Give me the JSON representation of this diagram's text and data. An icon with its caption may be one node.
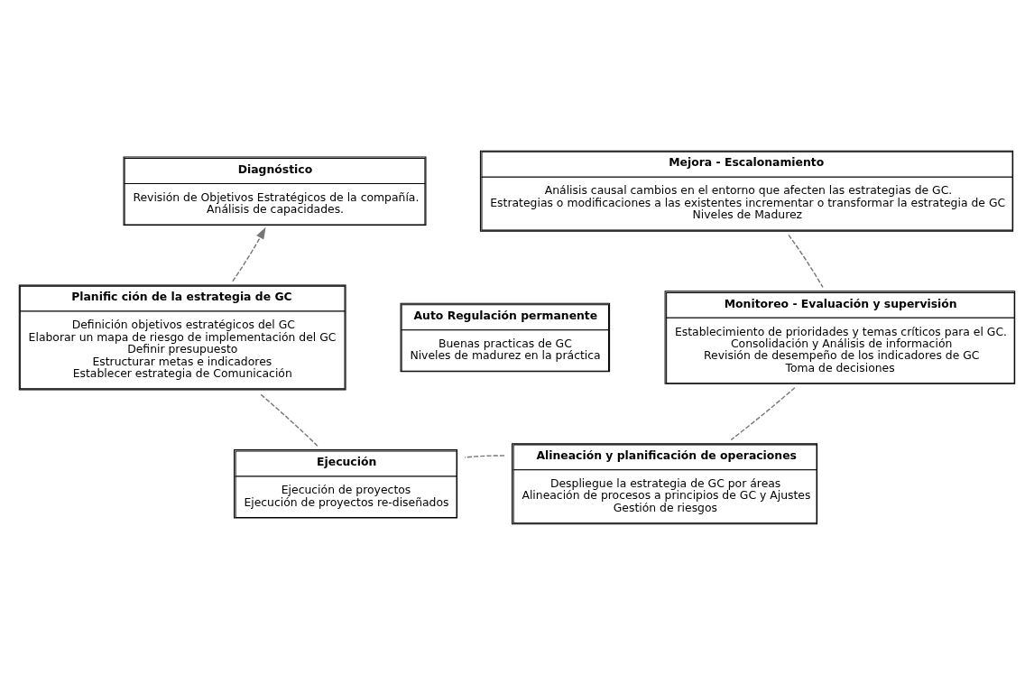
{
  "diagram": {
    "nodes": [
      {
        "text": [
          "Diagnóstico",
          "Revisión de Objetivos Estratégicos de la compañía.",
          "Análisis de capacidades."
        ]
      },
      {
        "text": [
          "Mejora - Escalonamiento",
          "Análisis causal cambios en el entorno que afecten las estrategias de GC.",
          "Estrategias o modificaciones a las existentes incrementar o transformar la estrategia de GC",
          "Niveles de Madurez"
        ]
      },
      {
        "text": [
          "Planific ción de la estrategia de GC",
          "Definición objetivos estratégicos del GC",
          "Elaborar un mapa de riesgo de implementación del GC",
          "Definir presupuesto",
          "Estructurar metas e indicadores",
          "Establecer estrategia de Comunicación"
        ]
      },
      {
        "text": [
          "Auto Regulación permanente",
          "Buenas practicas de GC",
          "Niveles de madurez en la práctica"
        ]
      },
      {
        "text": [
          "Monitoreo - Evaluación y supervisión",
          "Establecimiento de prioridades y temas críticos para el GC.",
          "Consolidación y Análisis de información",
          "Revisión de desempeño de los indicadores de GC",
          "Toma de decisiones"
        ]
      },
      {
        "text": [
          "Ejecución",
          "Ejecución de proyectos",
          "Ejecución de proyectos re-diseñados"
        ]
      },
      {
        "text": [
          "Alineación y planificación de operaciones",
          "Despliegue la estrategia de GC por áreas",
          "Alineación de procesos a principios de GC y Ajustes",
          "Gestión de riesgos"
        ]
      }
    ],
    "edges": [
      {
        "from": 1,
        "to": 4,
        "arrow": "none",
        "style": "dashed"
      },
      {
        "from": 4,
        "to": 6,
        "arrow": "none",
        "style": "dashed"
      },
      {
        "from": 6,
        "to": 5,
        "arrow": "none",
        "style": "dashed"
      },
      {
        "from": 5,
        "to": 2,
        "arrow": "none",
        "style": "dashed"
      },
      {
        "from": 2,
        "to": 0,
        "arrow": "to",
        "style": "dashed"
      }
    ]
  }
}
